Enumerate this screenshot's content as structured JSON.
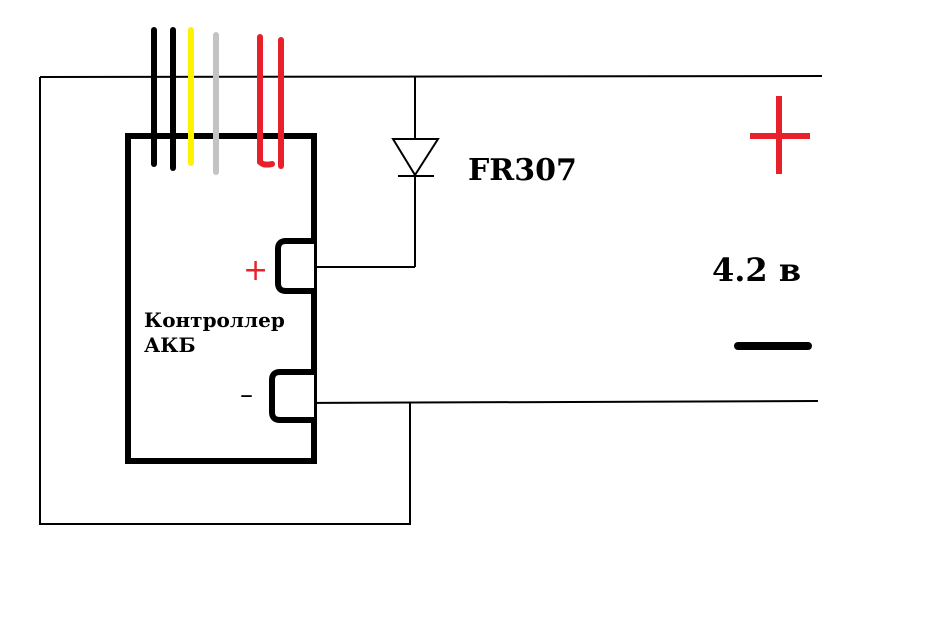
{
  "labels": {
    "diode": "FR307",
    "voltage": "4.2 в",
    "controller_line1": "Контроллер",
    "controller_line2": "АКБ",
    "terminal_plus": "+",
    "terminal_minus": "–",
    "battery_plus": "+"
  },
  "colors": {
    "wire": "#000000",
    "positive": "#e8202a",
    "yellow": "#fff200",
    "gray": "#c3c3c3"
  }
}
